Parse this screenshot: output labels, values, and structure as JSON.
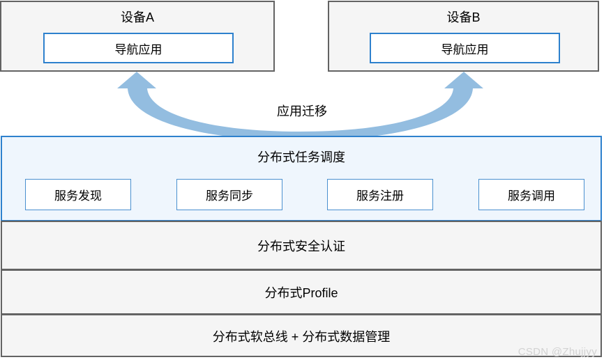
{
  "devices": [
    {
      "title": "设备A",
      "app_label": "导航应用"
    },
    {
      "title": "设备B",
      "app_label": "导航应用"
    }
  ],
  "migration": {
    "label": "应用迁移",
    "arrow_color": "#93bde0",
    "direction": "bidirectional"
  },
  "layers": [
    {
      "id": "scheduling",
      "title": "分布式任务调度",
      "accent_color": "#2e81cd",
      "fill_color": "#eff6fd",
      "services": [
        {
          "label": "服务发现"
        },
        {
          "label": "服务同步"
        },
        {
          "label": "服务注册"
        },
        {
          "label": "服务调用"
        }
      ]
    },
    {
      "id": "security",
      "title": "分布式安全认证",
      "fill_color": "#f5f5f5"
    },
    {
      "id": "profile",
      "title": "分布式Profile",
      "fill_color": "#f5f5f5"
    },
    {
      "id": "softbus",
      "title": "分布式软总线 + 分布式数据管理",
      "fill_color": "#f5f5f5"
    }
  ],
  "watermark": "CSDN @Zhujjyy",
  "colors": {
    "box_border": "#636363",
    "accent_blue": "#2e81cd",
    "arrow_blue": "#93bde0",
    "panel_bg": "#f5f5f5"
  }
}
